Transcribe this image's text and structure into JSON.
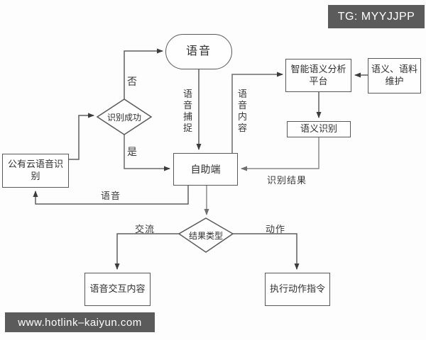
{
  "badges": {
    "tg": "TG: MYYJJPP",
    "site": "www.hotlink–kaiyun.com"
  },
  "nodes": {
    "voice": "语音",
    "recognition_success": "识别成功",
    "public_cloud_asr": "公有云语音识别",
    "terminal": "自助端",
    "semantic_platform": "智能语义分析平台",
    "corpus_maintenance": "语义、语料维护",
    "semantic_recognition": "语义识别",
    "result_type": "结果类型",
    "voice_interaction": "语音交互内容",
    "execute_action": "执行动作指令"
  },
  "edge_labels": {
    "no": "否",
    "yes": "是",
    "voice_capture": "语音捕捉",
    "voice_content": "语音内容",
    "recognition_result": "识别结果",
    "voice": "语音",
    "communicate": "交流",
    "action": "动作"
  },
  "colors": {
    "line": "#5f5f5f",
    "line_light": "#8a8a8a",
    "border": "#585858",
    "badge_bg": "#5b5b5b",
    "badge_text": "#ffffff"
  }
}
